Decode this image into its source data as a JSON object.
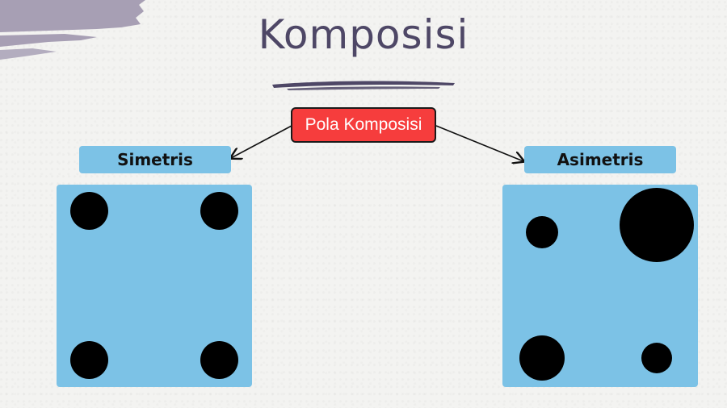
{
  "title": "Komposisi",
  "center_node": {
    "label": "Pola Komposisi"
  },
  "branches": [
    {
      "label": "Simetris"
    },
    {
      "label": "Asimetris"
    }
  ],
  "colors": {
    "title": "#4e4766",
    "center_fill": "#f63d3d",
    "label_fill": "#7cc2e6",
    "panel_fill": "#7cc2e6",
    "dot": "#000000",
    "brush": "#a79fb4"
  }
}
